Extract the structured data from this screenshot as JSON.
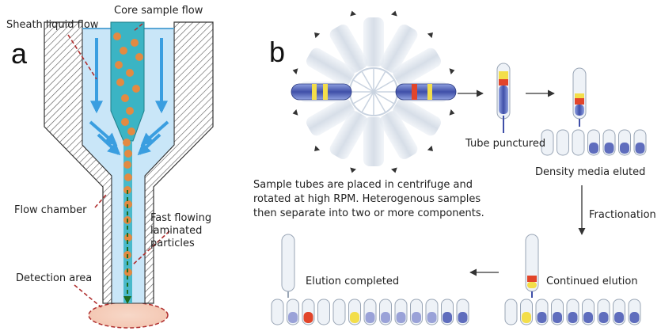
{
  "panel_a": {
    "letter": "a",
    "labels": {
      "sheath": "Sheath liquid flow",
      "core": "Core sample flow",
      "chamber": "Flow chamber",
      "fast_1": "Fast flowing",
      "fast_2": "laminated",
      "fast_3": "particles",
      "detection": "Detection area"
    }
  },
  "panel_b": {
    "letter": "b",
    "labels": {
      "tube_punctured": "Tube punctured",
      "density_eluted": "Density media eluted",
      "caption_1": "Sample tubes are placed in centrifuge and",
      "caption_2": "rotated at high RPM. Heterogenous samples",
      "caption_3": "then separate into two or more components.",
      "fractionation": "Fractionation",
      "continued": "Continued elution",
      "completed": "Elution completed"
    }
  },
  "colors": {
    "sheath_blue": "#c9e6f8",
    "core_teal": "#3bb4c4",
    "particle_orange": "#e38a42",
    "arrow_blue": "#3a9ee0",
    "tube_blue": "#3f4fa8",
    "band_red": "#e2452a",
    "band_yellow": "#f3de4a",
    "dashed_red": "#b03030"
  }
}
